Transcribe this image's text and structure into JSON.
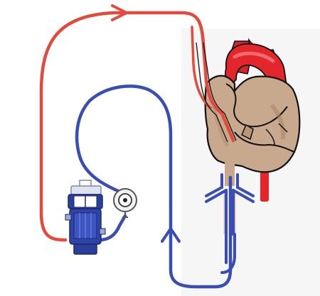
{
  "diagram": {
    "subject": "",
    "components": [
      {
        "id": "heart",
        "icon": "heart-icon"
      },
      {
        "id": "aorta",
        "icon": "aorta-icon"
      },
      {
        "id": "oxygenator",
        "icon": "oxygenator-icon"
      },
      {
        "id": "centrifugal-pump",
        "icon": "pump-icon"
      },
      {
        "id": "arterial-line",
        "icon": "arterial-line-icon"
      },
      {
        "id": "venous-line",
        "icon": "venous-line-icon"
      },
      {
        "id": "arterial-cannula",
        "icon": "cannula-icon"
      },
      {
        "id": "venous-cannula",
        "icon": "cannula-icon"
      }
    ],
    "flows": [
      {
        "from": "venous-cannula",
        "to": "centrifugal-pump"
      },
      {
        "from": "centrifugal-pump",
        "to": "oxygenator"
      },
      {
        "from": "oxygenator",
        "to": "aorta"
      }
    ],
    "colors": {
      "arterial": "#e34a3b",
      "venous": "#3a4db5",
      "aorta": "#e3262c",
      "heart_tissue": "#c9a98e",
      "heart_shadow": "#a88468",
      "outline": "#111111",
      "background": "#ffffff"
    }
  }
}
